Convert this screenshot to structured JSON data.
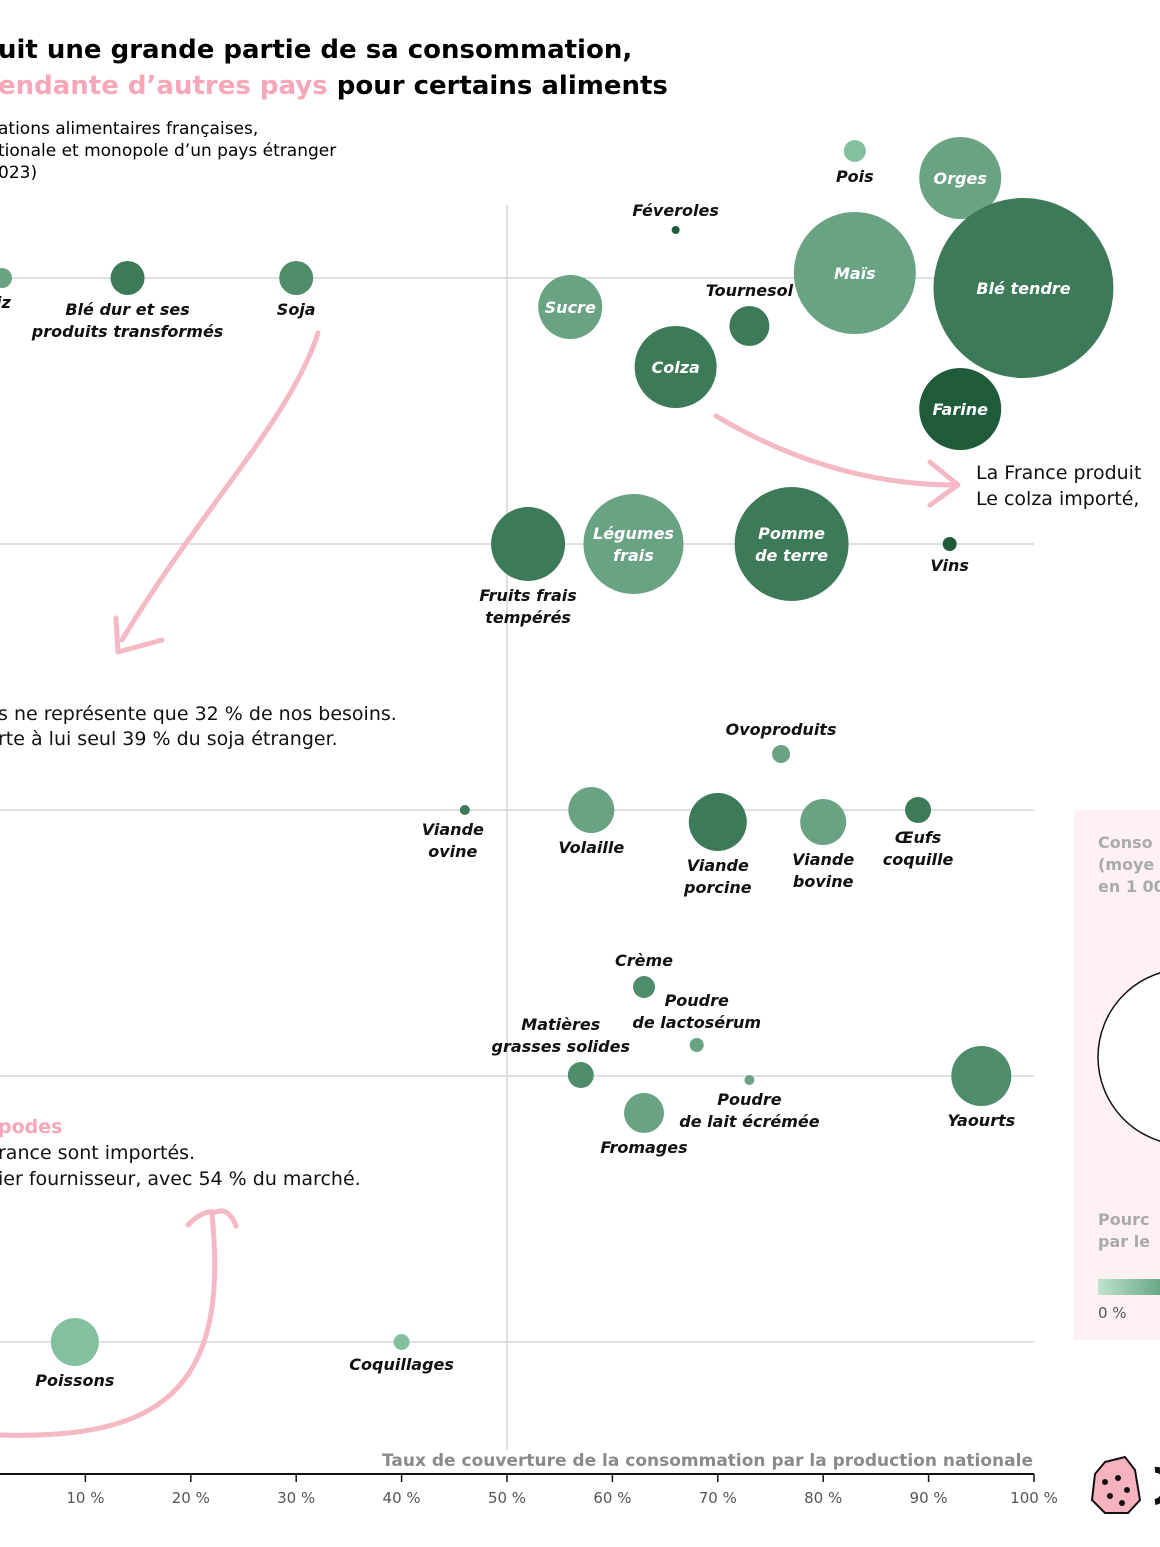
{
  "header": {
    "title_line1": "uit une grande partie de sa consommation,",
    "title_line2_pink": "endante d’autres pays",
    "title_line2_rest": " pour certains aliments",
    "subtitle_lines": [
      "ations alimentaires françaises,",
      "tionale et monopole d’un pays étranger",
      "023)"
    ]
  },
  "colors": {
    "pink": "#f4b9c4",
    "pink_text": "#f7a7b8",
    "dark_green": "#1f5b3b",
    "mid_green": "#3d7a5a",
    "green": "#4f8c6b",
    "light_green": "#6aa284",
    "pale_green": "#82c0a0",
    "grid": "#d6d6d6",
    "legend_bg": "#fdf1f3"
  },
  "annotations": {
    "colza_lines": [
      "La France produit",
      "Le colza importé,"
    ],
    "soja_lines": [
      "s ne représente que 32 % de nos besoins.",
      "rte à lui seul 39 % du soja étranger."
    ],
    "crustaces_title": "podes",
    "crustaces_lines": [
      "rance sont importés.",
      "ier fournisseur, avec 54 % du marché."
    ]
  },
  "legend": {
    "title_lines": [
      "Conso",
      "(moye",
      "en 1 00"
    ],
    "share_lines": [
      "Pourc",
      "par le"
    ],
    "scale_min": "0 %"
  },
  "chart_data": {
    "type": "scatter",
    "xlabel": "Taux de couverture de la consommation par la production nationale",
    "xlim": [
      0,
      100
    ],
    "x_ticks": [
      "10 %",
      "20 %",
      "30 %",
      "40 %",
      "50 %",
      "60 %",
      "70 %",
      "80 %",
      "90 %",
      "100 %"
    ],
    "points": [
      {
        "label": [
          "iz"
        ],
        "x": 0,
        "row": 1,
        "size": 10,
        "color": "light_green",
        "inside": false
      },
      {
        "label": [
          "Blé dur et ses",
          "produits transformés"
        ],
        "x": 14,
        "row": 1,
        "size": 17,
        "color": "mid_green",
        "inside": false
      },
      {
        "label": [
          "Soja"
        ],
        "x": 30,
        "row": 1,
        "size": 17,
        "color": "green",
        "inside": false
      },
      {
        "label": [
          "Sucre"
        ],
        "x": 56,
        "row": 1,
        "size": 32,
        "color": "light_green",
        "inside": true
      },
      {
        "label": [
          "Féveroles"
        ],
        "x": 66,
        "row": 1,
        "size": 4,
        "color": "dark_green",
        "inside": false
      },
      {
        "label": [
          "Colza"
        ],
        "x": 66,
        "row": 1,
        "size": 41,
        "color": "mid_green",
        "inside": true
      },
      {
        "label": [
          "Tournesol"
        ],
        "x": 73,
        "row": 1,
        "size": 20,
        "color": "mid_green",
        "inside": false
      },
      {
        "label": [
          "Pois"
        ],
        "x": 83,
        "row": 1,
        "size": 11,
        "color": "pale_green",
        "inside": false
      },
      {
        "label": [
          "Maïs"
        ],
        "x": 83,
        "row": 1,
        "size": 61,
        "color": "light_green",
        "inside": true
      },
      {
        "label": [
          "Orges"
        ],
        "x": 93,
        "row": 1,
        "size": 41,
        "color": "light_green",
        "inside": true
      },
      {
        "label": [
          "Farine"
        ],
        "x": 93,
        "row": 1,
        "size": 41,
        "color": "dark_green",
        "inside": true
      },
      {
        "label": [
          "Blé tendre"
        ],
        "x": 99,
        "row": 1,
        "size": 90,
        "color": "mid_green",
        "inside": true
      },
      {
        "label": [
          "Fruits frais",
          "tempérés"
        ],
        "x": 52,
        "row": 2,
        "size": 37,
        "color": "mid_green",
        "inside": false
      },
      {
        "label": [
          "Légumes",
          "frais"
        ],
        "x": 62,
        "row": 2,
        "size": 50,
        "color": "light_green",
        "inside": true
      },
      {
        "label": [
          "Pomme",
          "de terre"
        ],
        "x": 77,
        "row": 2,
        "size": 57,
        "color": "mid_green",
        "inside": true
      },
      {
        "label": [
          "Vins"
        ],
        "x": 92,
        "row": 2,
        "size": 7,
        "color": "dark_green",
        "inside": false
      },
      {
        "label": [
          "Viande",
          "ovine"
        ],
        "x": 46,
        "row": 3,
        "size": 5,
        "color": "mid_green",
        "inside": false
      },
      {
        "label": [
          "Volaille"
        ],
        "x": 58,
        "row": 3,
        "size": 23,
        "color": "light_green",
        "inside": false
      },
      {
        "label": [
          "Viande",
          "porcine"
        ],
        "x": 70,
        "row": 3,
        "size": 29,
        "color": "mid_green",
        "inside": false
      },
      {
        "label": [
          "Viande",
          "bovine"
        ],
        "x": 80,
        "row": 3,
        "size": 23,
        "color": "light_green",
        "inside": false
      },
      {
        "label": [
          "Ovoproduits"
        ],
        "x": 76,
        "row": 3,
        "size": 9,
        "color": "light_green",
        "inside": false
      },
      {
        "label": [
          "Œufs",
          "coquille"
        ],
        "x": 89,
        "row": 3,
        "size": 13,
        "color": "mid_green",
        "inside": false
      },
      {
        "label": [
          "Crème"
        ],
        "x": 63,
        "row": 4,
        "size": 11,
        "color": "green",
        "inside": false
      },
      {
        "label": [
          "Poudre",
          "de lactosérum"
        ],
        "x": 68,
        "row": 4,
        "size": 7,
        "color": "light_green",
        "inside": false
      },
      {
        "label": [
          "Matières",
          "grasses solides"
        ],
        "x": 57,
        "row": 4,
        "size": 13,
        "color": "green",
        "inside": false
      },
      {
        "label": [
          "Poudre",
          "de lait écrémée"
        ],
        "x": 73,
        "row": 4,
        "size": 5,
        "color": "light_green",
        "inside": false
      },
      {
        "label": [
          "Fromages"
        ],
        "x": 63,
        "row": 4,
        "size": 20,
        "color": "light_green",
        "inside": false
      },
      {
        "label": [
          "Yaourts"
        ],
        "x": 95,
        "row": 4,
        "size": 30,
        "color": "green",
        "inside": false
      },
      {
        "label": [
          "Poissons"
        ],
        "x": 9,
        "row": 5,
        "size": 24,
        "color": "pale_green",
        "inside": false
      },
      {
        "label": [
          "Coquillages"
        ],
        "x": 40,
        "row": 5,
        "size": 8,
        "color": "pale_green",
        "inside": false
      }
    ]
  }
}
